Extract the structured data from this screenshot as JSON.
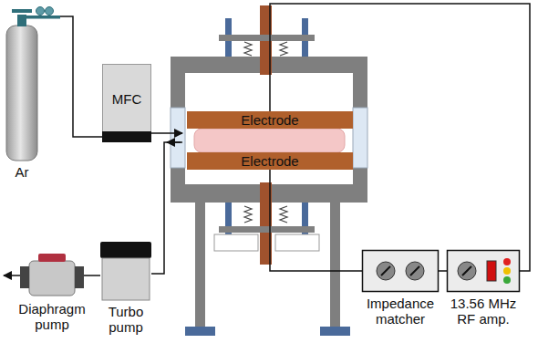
{
  "diagram": {
    "nodes": [
      {
        "text": [
          "Ar"
        ]
      },
      {
        "text": [
          "MFC"
        ]
      },
      {
        "text": [
          "Electrode"
        ]
      },
      {
        "text": [
          "Electrode"
        ]
      },
      {
        "text": [
          "Diaphragm pump"
        ]
      },
      {
        "text": [
          "Turbo pump"
        ]
      },
      {
        "text": [
          "Impedance matcher"
        ]
      },
      {
        "text": [
          "13.56 MHz RF amp."
        ]
      }
    ],
    "edges": [
      {
        "from": 0,
        "to": 1,
        "arrow": "none"
      },
      {
        "from": 2,
        "to": 7,
        "arrow": "none"
      },
      {
        "from": 3,
        "to": 6,
        "arrow": "none"
      },
      {
        "from": 6,
        "to": 7,
        "arrow": "none"
      },
      {
        "from": 4,
        "to": 5,
        "arrow": "none"
      }
    ]
  }
}
